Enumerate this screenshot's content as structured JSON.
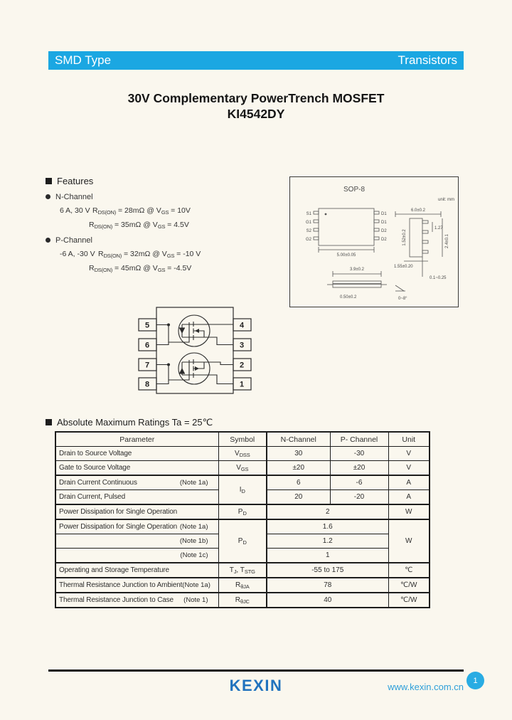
{
  "colors": {
    "page_bg": "#FAF7EE",
    "header_bar": "#1BA7E2",
    "logo_blue": "#2173BE",
    "link_blue": "#2E9FD9",
    "page_circle": "#29ACE3"
  },
  "header": {
    "left": "SMD Type",
    "right": "Transistors"
  },
  "title": {
    "line1": "30V Complementary PowerTrench MOSFET",
    "line2": "KI4542DY"
  },
  "features": {
    "heading": "Features",
    "n_channel": {
      "label": "N-Channel",
      "line1": {
        "prefix": "6 A, 30 V",
        "r": "R",
        "rsub": "DS(ON)",
        "mid": " = 28mΩ @ V",
        "vsub": "GS",
        "tail": " = 10V"
      },
      "line2": {
        "r": "R",
        "rsub": "DS(ON)",
        "mid": " = 35mΩ @ V",
        "vsub": "GS",
        "tail": " = 4.5V"
      }
    },
    "p_channel": {
      "label": "P-Channel",
      "line1": {
        "prefix": "-6 A, -30 V",
        "r": "R",
        "rsub": "DS(ON)",
        "mid": " = 32mΩ @ V",
        "vsub": "GS",
        "tail": " = -10 V"
      },
      "line2": {
        "r": "R",
        "rsub": "DS(ON)",
        "mid": " = 45mΩ @ V",
        "vsub": "GS",
        "tail": " = -4.5V"
      }
    }
  },
  "package": {
    "name": "SOP-8",
    "unit_label": "unit: mm",
    "pins_left": [
      "S1",
      "G1",
      "S2",
      "G2"
    ],
    "pins_right": [
      "D1",
      "D1",
      "D2",
      "D2"
    ],
    "dims": {
      "body_len": "5.00±0.05",
      "lead_span": "6.0±0.2",
      "pitch": "1.27",
      "body_w": "1.52±0.2",
      "foot": "2.4±0.1",
      "height": "1.55±0.20",
      "standoff": "0.1~0.25",
      "front_w": "3.9±0.2",
      "lead_w": "0.50±0.2",
      "angle": "0~8°"
    }
  },
  "pinout": {
    "left_pins": [
      "5",
      "6",
      "7",
      "8"
    ],
    "right_pins": [
      "4",
      "3",
      "2",
      "1"
    ]
  },
  "ratings": {
    "heading": "Absolute Maximum Ratings Ta = 25℃",
    "columns": [
      "Parameter",
      "Symbol",
      "N-Channel",
      "P- Channel",
      "Unit"
    ],
    "rows": [
      {
        "param": "Drain to Source Voltage",
        "sym": "V",
        "sub": "DSS",
        "n": "30",
        "p": "-30",
        "unit": "V"
      },
      {
        "param": "Gate to Source Voltage",
        "sym": "V",
        "sub": "GS",
        "n": "±20",
        "p": "±20",
        "unit": "V"
      },
      {
        "param": "Drain Current Continuous",
        "note": "(Note 1a)",
        "sym": "I",
        "sub": "D",
        "n": "6",
        "p": "-6",
        "unit": "A"
      },
      {
        "param": "Drain Current, Pulsed",
        "n": "20",
        "p": "-20",
        "unit": "A"
      },
      {
        "param": "Power Dissipation for Single Operation",
        "sym": "P",
        "sub": "D",
        "np": "2",
        "unit": "W"
      },
      {
        "param": "Power Dissipation for Single Operation",
        "note": "(Note 1a)",
        "sym": "P",
        "sub": "D",
        "np": "1.6",
        "unit": "W"
      },
      {
        "note": "(Note 1b)",
        "np": "1.2"
      },
      {
        "note": "(Note 1c)",
        "np": "1"
      },
      {
        "param": "Operating and Storage Temperature",
        "sym": "T",
        "sub": "J",
        "sym2": ", T",
        "sub2": "STG",
        "np": "-55 to 175",
        "unit": "℃"
      },
      {
        "param": "Thermal Resistance Junction to Ambient",
        "note": "(Note 1a)",
        "sym": "R",
        "sub": "θJA",
        "np": "78",
        "unit": "℃/W"
      },
      {
        "param": "Thermal Resistance Junction to Case",
        "note": "(Note 1)",
        "sym": "R",
        "sub": "θJC",
        "np": "40",
        "unit": "℃/W"
      }
    ]
  },
  "footer": {
    "logo": "KEXIN",
    "website": "www.kexin.com.cn",
    "page": "1"
  }
}
